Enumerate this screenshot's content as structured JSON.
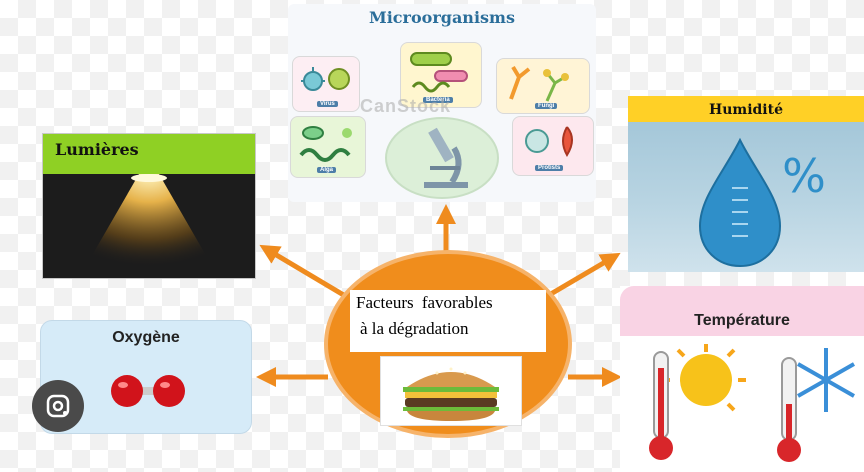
{
  "diagram": {
    "center": {
      "line1": "Facteurs  favorables",
      "line2": "à la dégradation",
      "image_icon": "hamburger-image"
    },
    "factors": {
      "microorganisms": {
        "title": "Microorganisms",
        "watermark": "CanStock",
        "labels": [
          "Virus",
          "Bacteria",
          "Fungi",
          "Alga",
          "Protists"
        ],
        "image_icon": "microscope-image"
      },
      "lumieres": {
        "title": "Lumières",
        "image_icon": "light-beam-image"
      },
      "humidite": {
        "title": "Humidité",
        "image_icon": "water-drop-percent-image"
      },
      "oxygene": {
        "title": "Oxygène",
        "image_icon": "oxygen-molecule-image"
      },
      "temperature": {
        "title": "Température",
        "image_icon": "thermometer-sun-snow-image"
      }
    },
    "colors": {
      "arrow": "#ef8b1e",
      "ellipse": "#f08d1c",
      "lumieres_header": "#8fd024",
      "humidite_header": "#ffd026",
      "oxygene_bg": "#d6ebf8",
      "temperature_header": "#f9d3e4",
      "micro_title": "#2b6e9a"
    }
  },
  "overlay": {
    "lens_button_icon": "google-lens-icon"
  }
}
